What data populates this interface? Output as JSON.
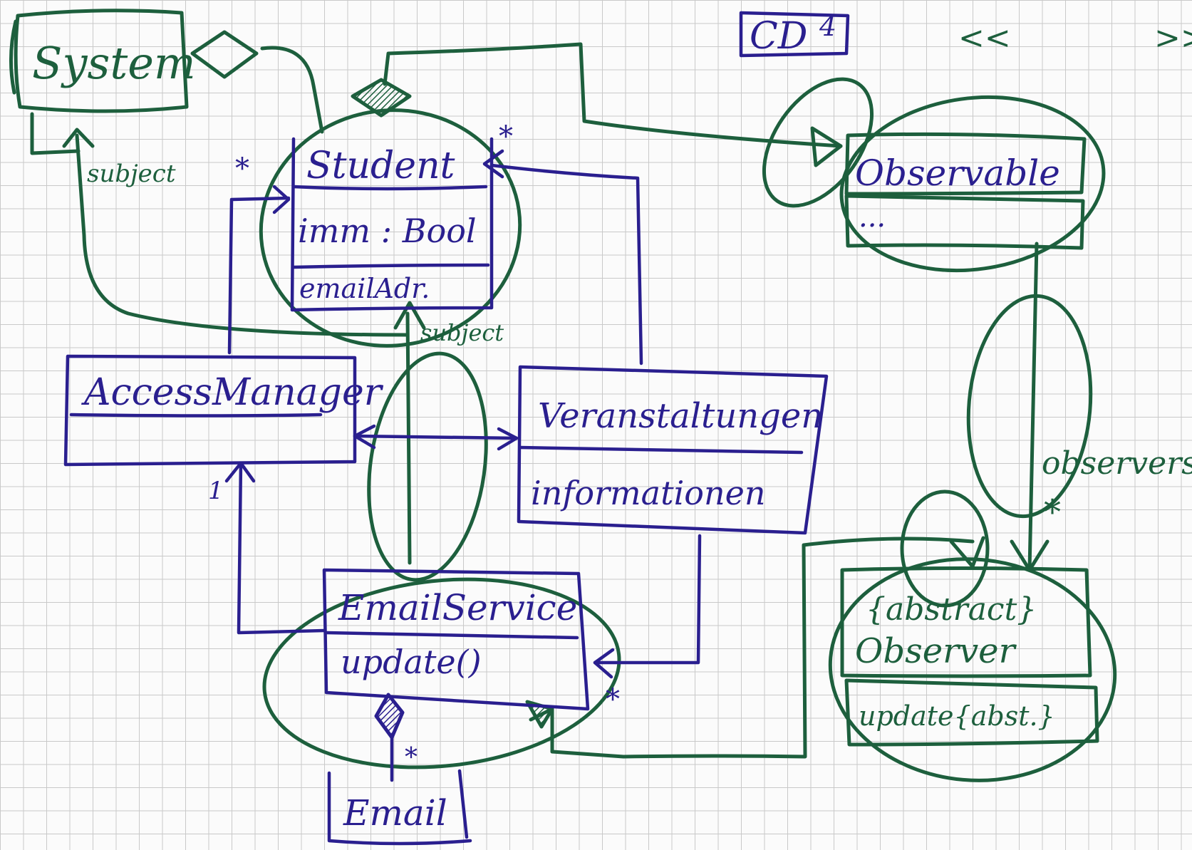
{
  "diagram": {
    "tag": "CD",
    "tag_number": "4",
    "corner_marks": [
      "<<",
      ">>"
    ],
    "colors": {
      "blue_ink": "#2a1f8f",
      "green_ink": "#1d5f3d",
      "grid": "#c9c9c9",
      "paper": "#fbfbfb"
    },
    "classes": {
      "system": {
        "name": "System"
      },
      "student": {
        "name": "Student",
        "attr1": "imm : Bool",
        "attr2": "emailAdr."
      },
      "observable": {
        "name": "Observable",
        "attr": "..."
      },
      "access_manager": {
        "name": "AccessManager"
      },
      "veranstaltungen": {
        "name": "Veranstaltungen",
        "attr": "informationen"
      },
      "email_service": {
        "name": "EmailService",
        "op": "update()"
      },
      "observer": {
        "stereotype": "{abstract}",
        "name": "Observer",
        "op": "update{abst.}"
      },
      "email": {
        "name": "Email"
      }
    },
    "labels": {
      "subject_system": "subject",
      "subject_student": "subject",
      "observers": "observers",
      "mult_star_student_left": "*",
      "mult_star_student_right": "*",
      "mult_star_observers": "*",
      "mult_star_emailservice": "*",
      "mult_star_email": "*",
      "mult_one_access": "1"
    }
  }
}
